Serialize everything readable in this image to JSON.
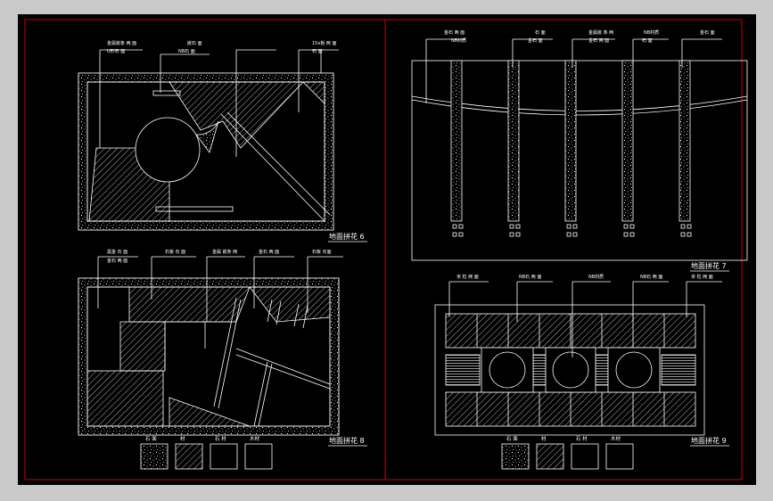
{
  "colors": {
    "background": "#000000",
    "frame": "#cc0000",
    "lines": "#ffffff",
    "viewport": "#c9c9c9"
  },
  "panels": {
    "p6": {
      "caption": "地面拼花 6",
      "labels": [
        "金属嵌条 两 面",
        "U形石 面",
        "嵌石 面",
        "NB石 面",
        "15x板 两 面",
        "石 面"
      ]
    },
    "p7": {
      "caption": "地面拼花 7",
      "labels": [
        "金石 两 面",
        "NB材质",
        "石 面",
        "金石 面",
        "金属嵌 条 两",
        "金石 两 面",
        "NB材质",
        "石 面",
        "金石 面"
      ]
    },
    "p8": {
      "caption": "地面拼花 8",
      "labels": [
        "黑金 石 面",
        "金石 两 面",
        "石板 石 面",
        "金属 嵌条 两",
        "金石 两 面",
        "石板 石面"
      ],
      "legend": [
        "石 面",
        "材",
        "石 材",
        "木材"
      ]
    },
    "p9": {
      "caption": "地面拼花 9",
      "labels": [
        "米 粒 两 面",
        "NB石 两 面",
        "NB材质",
        "NB石 两 面",
        "米 粒 两 面"
      ],
      "legend": [
        "石 面",
        "材",
        "石 材",
        "木材"
      ]
    }
  }
}
